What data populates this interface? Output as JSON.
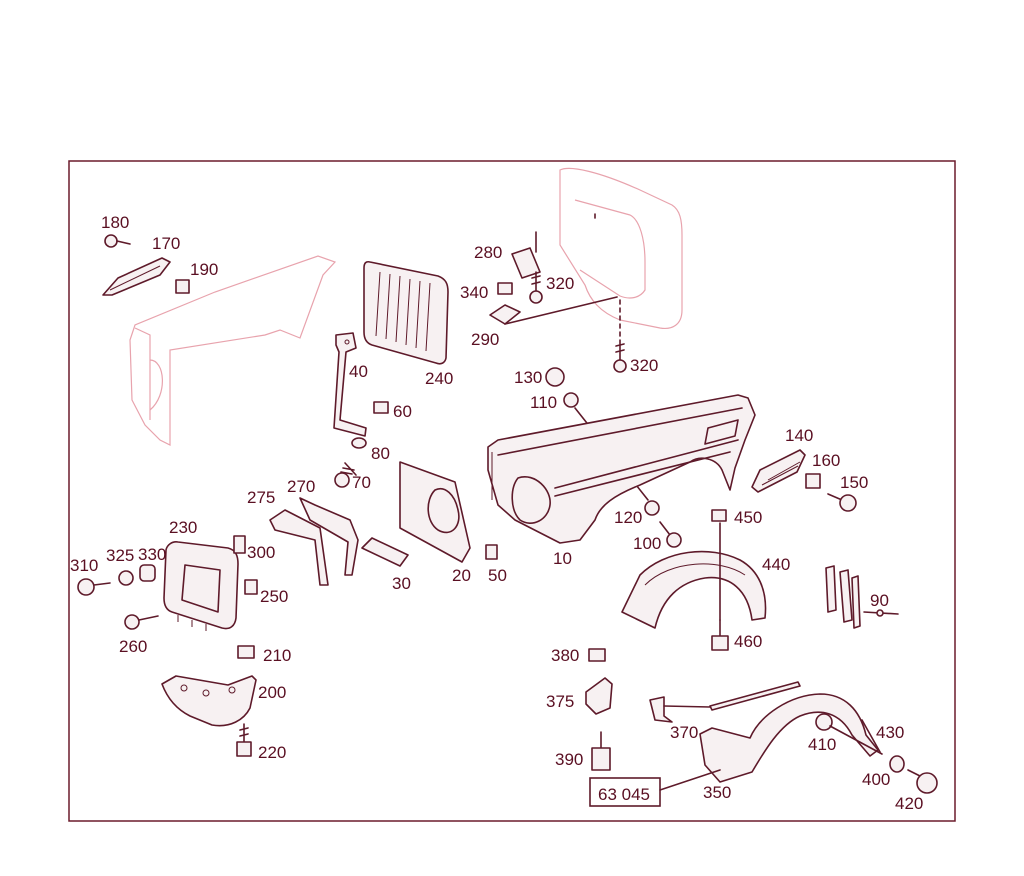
{
  "diagram": {
    "part_labels": [
      "180",
      "170",
      "190",
      "280",
      "320",
      "340",
      "290",
      "320",
      "40",
      "240",
      "60",
      "130",
      "110",
      "80",
      "70",
      "275",
      "270",
      "140",
      "160",
      "150",
      "230",
      "310",
      "325",
      "330",
      "300",
      "30",
      "20",
      "50",
      "10",
      "120",
      "450",
      "100",
      "440",
      "250",
      "90",
      "460",
      "260",
      "210",
      "380",
      "200",
      "375",
      "370",
      "430",
      "410",
      "220",
      "390",
      "400",
      "63 045",
      "350",
      "420"
    ],
    "figure_code": "63 045"
  }
}
